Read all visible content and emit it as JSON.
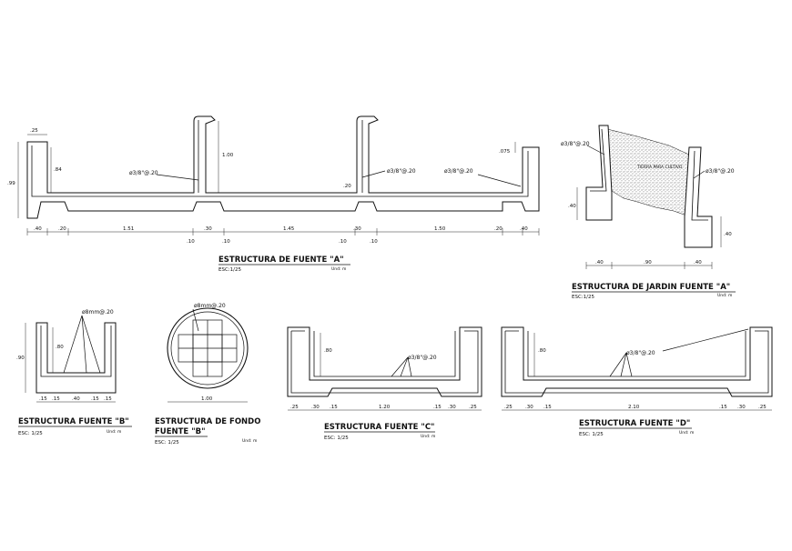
{
  "drawings": {
    "fuente_a": {
      "title": "ESTRUCTURA DE FUENTE \"A\"",
      "scale": "ESC:1/25",
      "unit": "Und: m",
      "rebar": [
        "ø3/8\"@.20",
        "ø3/8\"@.20",
        "ø3/8\"@.20"
      ],
      "dims_top": [
        ".25",
        ".075"
      ],
      "dims_left": [
        ".99",
        ".84"
      ],
      "dims_mid": [
        "1.00",
        ".20"
      ],
      "dims_bottom": [
        ".40",
        ".20",
        "1.51",
        ".30",
        "1.45",
        ".30",
        "1.50",
        ".20",
        ".40"
      ],
      "dims_under": [
        ".10",
        ".10",
        ".10",
        ".10"
      ]
    },
    "jardin_a": {
      "title": "ESTRUCTURA DE JARDIN FUENTE \"A\"",
      "scale": "ESC:1/25",
      "unit": "Und: m",
      "rebar": [
        "ø3/8\"@.20",
        "ø3/8\"@.20"
      ],
      "fill_note": "TIERRA PARA CULTIVO",
      "dims_left": [
        ".40"
      ],
      "dims_right": [
        ".40"
      ],
      "dims_bottom": [
        ".40",
        ".90",
        ".40"
      ]
    },
    "fuente_b": {
      "title": "ESTRUCTURA FUENTE \"B\"",
      "scale": "ESC: 1/25",
      "unit": "Und: m",
      "rebar": [
        "ø8mm@.20"
      ],
      "dims_left": [
        ".90",
        ".80"
      ],
      "dims_bottom": [
        ".15",
        ".15",
        ".40",
        ".15",
        ".15"
      ]
    },
    "fondo_b": {
      "title_line1": "ESTRUCTURA DE FONDO",
      "title_line2": "FUENTE \"B\"",
      "scale": "ESC: 1/25",
      "unit": "Und: m",
      "rebar": [
        "ø8mm@.20"
      ],
      "diameter": "1.00"
    },
    "fuente_c": {
      "title": "ESTRUCTURA FUENTE \"C\"",
      "scale": "ESC: 1/25",
      "unit": "Und: m",
      "rebar": [
        "ø3/8\"@.20"
      ],
      "dims_left": [
        ".80"
      ],
      "dims_bottom": [
        ".25",
        ".30",
        ".15",
        "1.20",
        ".15",
        ".30",
        ".25"
      ]
    },
    "fuente_d": {
      "title": "ESTRUCTURA FUENTE \"D\"",
      "scale": "ESC: 1/25",
      "unit": "Und: m",
      "rebar": [
        "ø3/8\"@.20"
      ],
      "dims_left": [
        ".80"
      ],
      "dims_bottom": [
        ".25",
        ".30",
        ".15",
        "2.10",
        ".15",
        ".30",
        ".25"
      ]
    }
  }
}
